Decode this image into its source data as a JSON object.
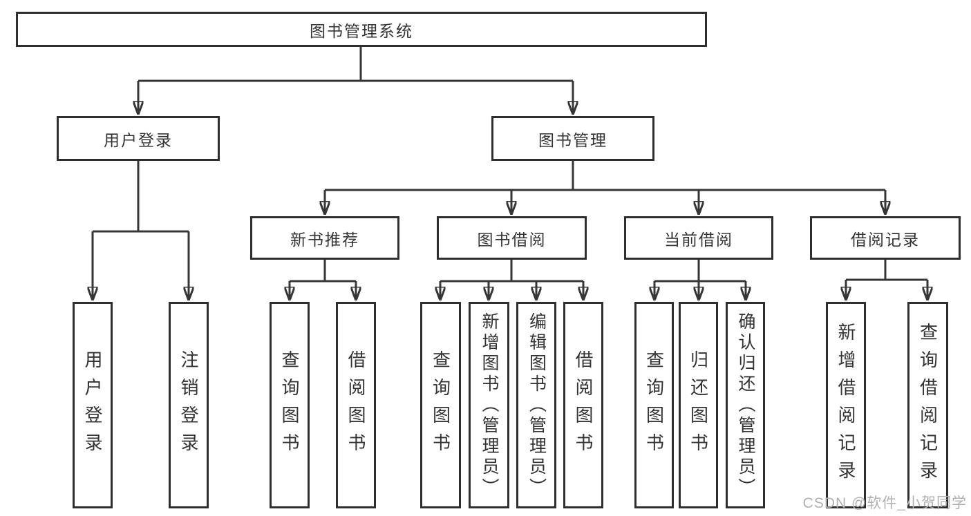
{
  "diagram": {
    "title": "图书管理系统",
    "nodes": {
      "root": {
        "label": "图书管理系统"
      },
      "user_login": {
        "label": "用户登录"
      },
      "book_mgmt": {
        "label": "图书管理"
      },
      "new_book_rec": {
        "label": "新书推荐"
      },
      "book_borrow": {
        "label": "图书借阅"
      },
      "current_borrow": {
        "label": "当前借阅"
      },
      "borrow_records": {
        "label": "借阅记录"
      },
      "ul_user_login": {
        "label": "用户登录"
      },
      "ul_logout": {
        "label": "注销登录"
      },
      "nbr_query_book": {
        "label": "查询图书"
      },
      "nbr_borrow_book": {
        "label": "借阅图书"
      },
      "bb_query_book": {
        "label": "查询图书"
      },
      "bb_add_book": {
        "label": "新增图书（管理员）"
      },
      "bb_edit_book": {
        "label": "编辑图书（管理员）"
      },
      "bb_borrow_book": {
        "label": "借阅图书"
      },
      "cb_query_book": {
        "label": "查询图书"
      },
      "cb_return_book": {
        "label": "归还图书"
      },
      "cb_confirm": {
        "label": "确认归还（管理员）"
      },
      "br_add_record": {
        "label": "新增借阅记录"
      },
      "br_query_record": {
        "label": "查询借阅记录"
      }
    },
    "edges": [
      [
        "root",
        "user_login"
      ],
      [
        "root",
        "book_mgmt"
      ],
      [
        "user_login",
        "ul_user_login"
      ],
      [
        "user_login",
        "ul_logout"
      ],
      [
        "book_mgmt",
        "new_book_rec"
      ],
      [
        "book_mgmt",
        "book_borrow"
      ],
      [
        "book_mgmt",
        "current_borrow"
      ],
      [
        "book_mgmt",
        "borrow_records"
      ],
      [
        "new_book_rec",
        "nbr_query_book"
      ],
      [
        "new_book_rec",
        "nbr_borrow_book"
      ],
      [
        "book_borrow",
        "bb_query_book"
      ],
      [
        "book_borrow",
        "bb_add_book"
      ],
      [
        "book_borrow",
        "bb_edit_book"
      ],
      [
        "book_borrow",
        "bb_borrow_book"
      ],
      [
        "current_borrow",
        "cb_query_book"
      ],
      [
        "current_borrow",
        "cb_return_book"
      ],
      [
        "current_borrow",
        "cb_confirm"
      ],
      [
        "borrow_records",
        "br_add_record"
      ],
      [
        "borrow_records",
        "br_query_record"
      ]
    ]
  },
  "watermark": {
    "text": "CSDN @软件_小贺同学"
  },
  "colors": {
    "line": "#363636",
    "box_border": "#2e2e2e",
    "text": "#333333",
    "watermark": "#b0b0b0",
    "background": "#ffffff"
  }
}
